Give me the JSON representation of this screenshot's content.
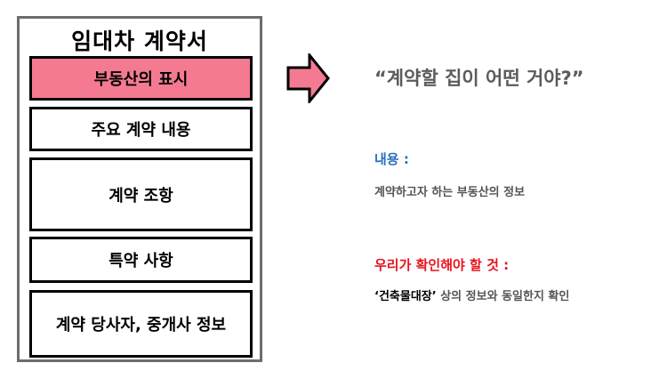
{
  "document": {
    "title": "임대차 계약서",
    "sections": [
      {
        "label": "부동산의 표시"
      },
      {
        "label": "주요 계약 내용"
      },
      {
        "label": "계약 조항"
      },
      {
        "label": "특약 사항"
      },
      {
        "label": "계약 당사자, 중개사 정보"
      }
    ]
  },
  "detail": {
    "quote": "“계약할 집이 어떤 거야?”",
    "content_label": "내용 :",
    "content_text": "계약하고자 하는 부동산의 정보",
    "check_label": "우리가 확인해야 할 것 :",
    "check_emphasis": "‘건축물대장’",
    "check_text": " 상의 정보와 동일한지 확인"
  },
  "colors": {
    "highlight": "#f47a92",
    "content_label": "#2a6fbf",
    "check_label": "#e8131c"
  }
}
